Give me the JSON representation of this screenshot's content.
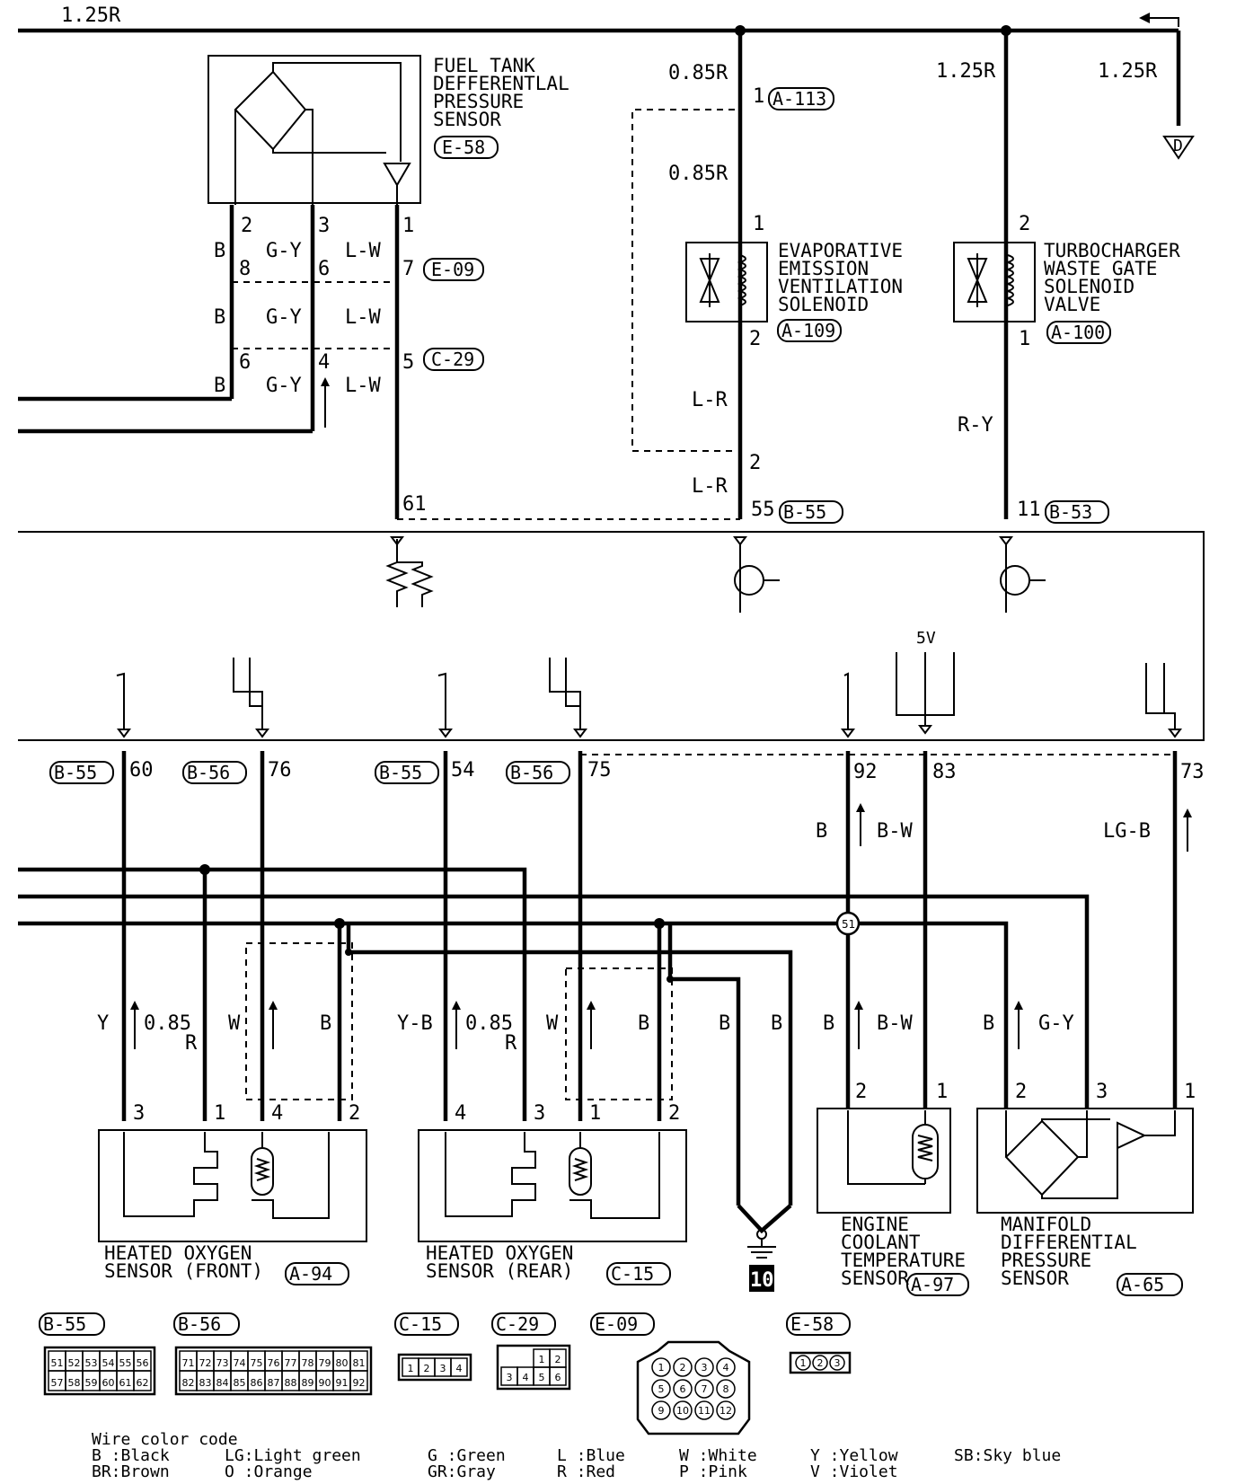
{
  "top_wire": "1.25R",
  "labels": {
    "w085r_a": "0.85R",
    "w085r_b": "0.85R",
    "w125r_a": "1.25R",
    "w125r_b": "1.25R",
    "conn_a113": "A-113",
    "pin_a113": "1",
    "fuel_tank_1": "FUEL TANK",
    "fuel_tank_2": "DEFFERENTLAL",
    "fuel_tank_3": "PRESSURE",
    "fuel_tank_4": "SENSOR",
    "conn_e58": "E-58",
    "evap_1": "EVAPORATIVE",
    "evap_2": "EMISSION",
    "evap_3": "VENTILATION",
    "evap_4": "SOLENOID",
    "conn_a109": "A-109",
    "turbo_1": "TURBOCHARGER",
    "turbo_2": "WASTE GATE",
    "turbo_3": "SOLENOID",
    "turbo_4": "VALVE",
    "conn_a100": "A-100",
    "conn_e09": "E-09",
    "conn_c29": "C-29",
    "conn_b55": "B-55",
    "conn_b53": "B-53",
    "conn_b56": "B-56",
    "conn_a94": "A-94",
    "conn_c15": "C-15",
    "conn_a97": "A-97",
    "conn_a65": "A-65",
    "ground_d": "D",
    "five_v": "5V",
    "junction": "51",
    "ground_num": "10",
    "hos_front_1": "HEATED OXYGEN",
    "hos_front_2": "SENSOR (FRONT)",
    "hos_rear_1": "HEATED OXYGEN",
    "hos_rear_2": "SENSOR (REAR)",
    "ect_1": "ENGINE",
    "ect_2": "COOLANT",
    "ect_3": "TEMPERATURE",
    "ect_4": "SENSOR",
    "mdp_1": "MANIFOLD",
    "mdp_2": "DIFFERENTIAL",
    "mdp_3": "PRESSURE",
    "mdp_4": "SENSOR"
  },
  "wire_colors": {
    "B": "B",
    "GY": "G-Y",
    "LW": "L-W",
    "LR": "L-R",
    "RY": "R-Y",
    "Y": "Y",
    "R085": "0.85",
    "R": "R",
    "W": "W",
    "YB": "Y-B",
    "BW": "B-W",
    "LGB": "LG-B"
  },
  "pins": {
    "p1": "1",
    "p2": "2",
    "p3": "3",
    "p4": "4",
    "p5": "5",
    "p6": "6",
    "p7": "7",
    "p8": "8",
    "p11": "11",
    "p54": "54",
    "p55": "55",
    "p60": "60",
    "p61": "61",
    "p73": "73",
    "p75": "75",
    "p76": "76",
    "p83": "83",
    "p92": "92"
  },
  "connectors": {
    "b55": {
      "label": "B-55",
      "row1": [
        "51",
        "52",
        "53",
        "54",
        "55",
        "56"
      ],
      "row2": [
        "57",
        "58",
        "59",
        "60",
        "61",
        "62"
      ]
    },
    "b56": {
      "label": "B-56",
      "row1": [
        "71",
        "72",
        "73",
        "74",
        "75",
        "76",
        "77",
        "78",
        "79",
        "80",
        "81"
      ],
      "row2": [
        "82",
        "83",
        "84",
        "85",
        "86",
        "87",
        "88",
        "89",
        "90",
        "91",
        "92"
      ]
    },
    "c15": {
      "label": "C-15",
      "row1": [
        "1",
        "2",
        "3",
        "4"
      ]
    },
    "c29": {
      "label": "C-29",
      "row1": [
        "1",
        "2"
      ],
      "row2": [
        "3",
        "4",
        "5",
        "6"
      ]
    },
    "e09": {
      "label": "E-09",
      "row1": [
        "1",
        "2",
        "3",
        "4"
      ],
      "row2": [
        "5",
        "6",
        "7",
        "8"
      ],
      "row3": [
        "9",
        "10",
        "11",
        "12"
      ]
    },
    "e58": {
      "label": "E-58",
      "row1": [
        "1",
        "2",
        "3"
      ]
    }
  },
  "legend": {
    "title": "Wire color code",
    "col1": [
      "B :Black",
      "BR:Brown"
    ],
    "col2": [
      "LG:Light green",
      "O :Orange"
    ],
    "col3": [
      "G :Green",
      "GR:Gray"
    ],
    "col4": [
      "L :Blue",
      "R :Red"
    ],
    "col5": [
      "W :White",
      "P :Pink"
    ],
    "col6": [
      "Y :Yellow",
      "V :Violet"
    ],
    "col7": [
      "SB:Sky blue"
    ]
  }
}
